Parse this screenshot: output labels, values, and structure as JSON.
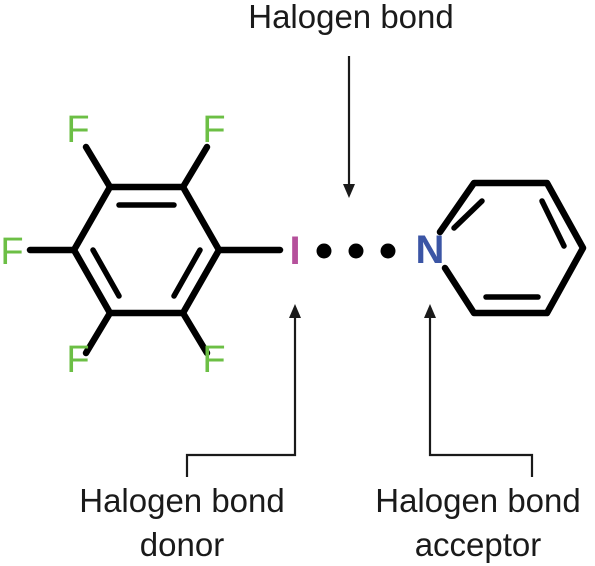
{
  "labels": {
    "halogen_bond": "Halogen bond",
    "donor_line1": "Halogen bond",
    "donor_line2": "donor",
    "acceptor_line1": "Halogen bond",
    "acceptor_line2": "acceptor"
  },
  "atoms": {
    "fluorine": "F",
    "iodine": "I",
    "nitrogen": "N"
  },
  "colors": {
    "fluorine": "#6cbf45",
    "iodine": "#b5509b",
    "nitrogen": "#3b55a5",
    "bond": "#000000",
    "text": "#1a1a1a"
  }
}
